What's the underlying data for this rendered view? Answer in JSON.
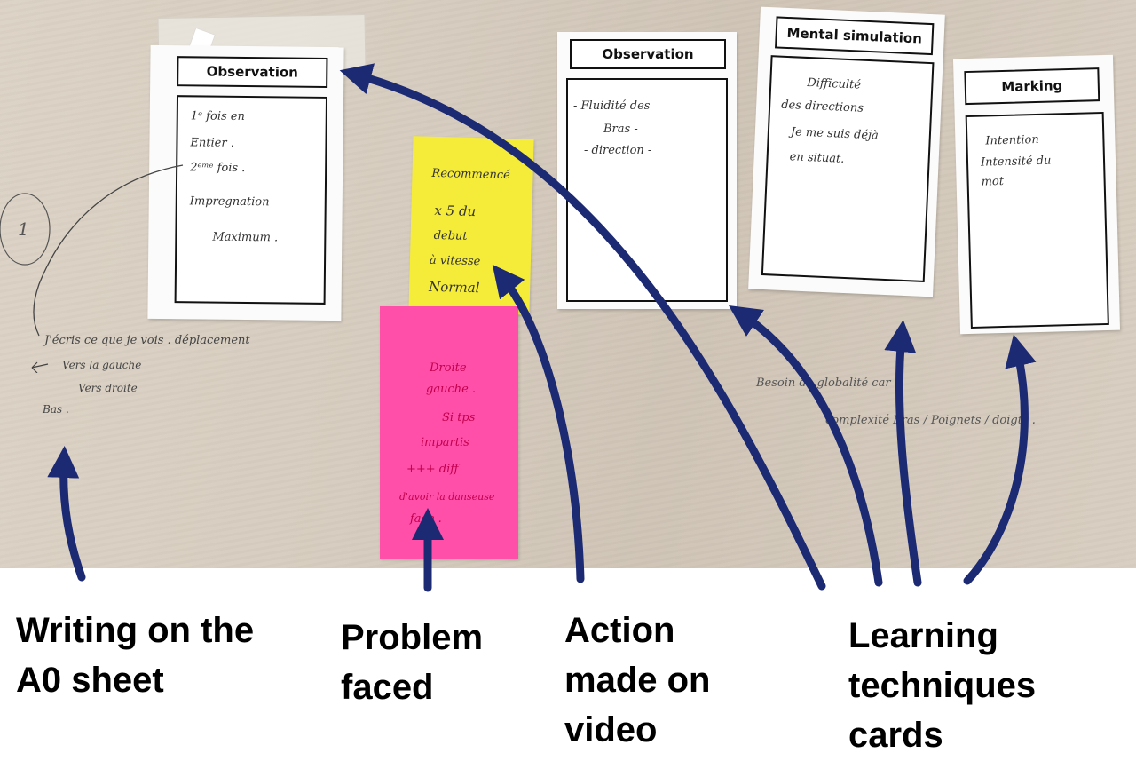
{
  "cards": [
    {
      "title": "Observation",
      "lines": [
        "1ᵉ fois en",
        "Entier .",
        "2ᵉᵐᵉ fois .",
        "Impregnation",
        "Maximum ."
      ]
    },
    {
      "title": "Observation",
      "lines": [
        "- Fluidité des",
        "Bras -",
        "- direction -"
      ]
    },
    {
      "title": "Mental simulation",
      "lines": [
        "Difficulté",
        "des directions",
        "Je me suis déjà",
        "en situat."
      ]
    },
    {
      "title": "Marking",
      "lines": [
        "Intention",
        "Intensité du",
        "mot"
      ]
    }
  ],
  "yellow_note": {
    "lines": [
      "Recommencé",
      "x 5 du",
      "debut",
      "à vitesse",
      "Normal"
    ],
    "color": "#f5ec3a",
    "ink": "#333333"
  },
  "pink_note": {
    "lines": [
      "Droite",
      "gauche .",
      "Si tps",
      "impartis",
      "+++ diff",
      "d'avoir la danseuse",
      "face ."
    ],
    "color": "#ff4fa8",
    "ink": "#c2004e"
  },
  "sheet_writing": {
    "circle_label": "1",
    "lines": [
      "J'écris ce que je vois . déplacement",
      "Vers la gauche",
      "Vers droite",
      "Bas ."
    ]
  },
  "right_writing": [
    "Besoin de globalité car",
    "complexité Bras / Poignets / doigts ."
  ],
  "captions": {
    "writing": "Writing on the\nA0 sheet",
    "problem": "Problem\nfaced",
    "action": "Action\nmade on\nvideo",
    "learning": "Learning\ntechniques\ncards"
  },
  "arrow_color": "#1c2a73"
}
